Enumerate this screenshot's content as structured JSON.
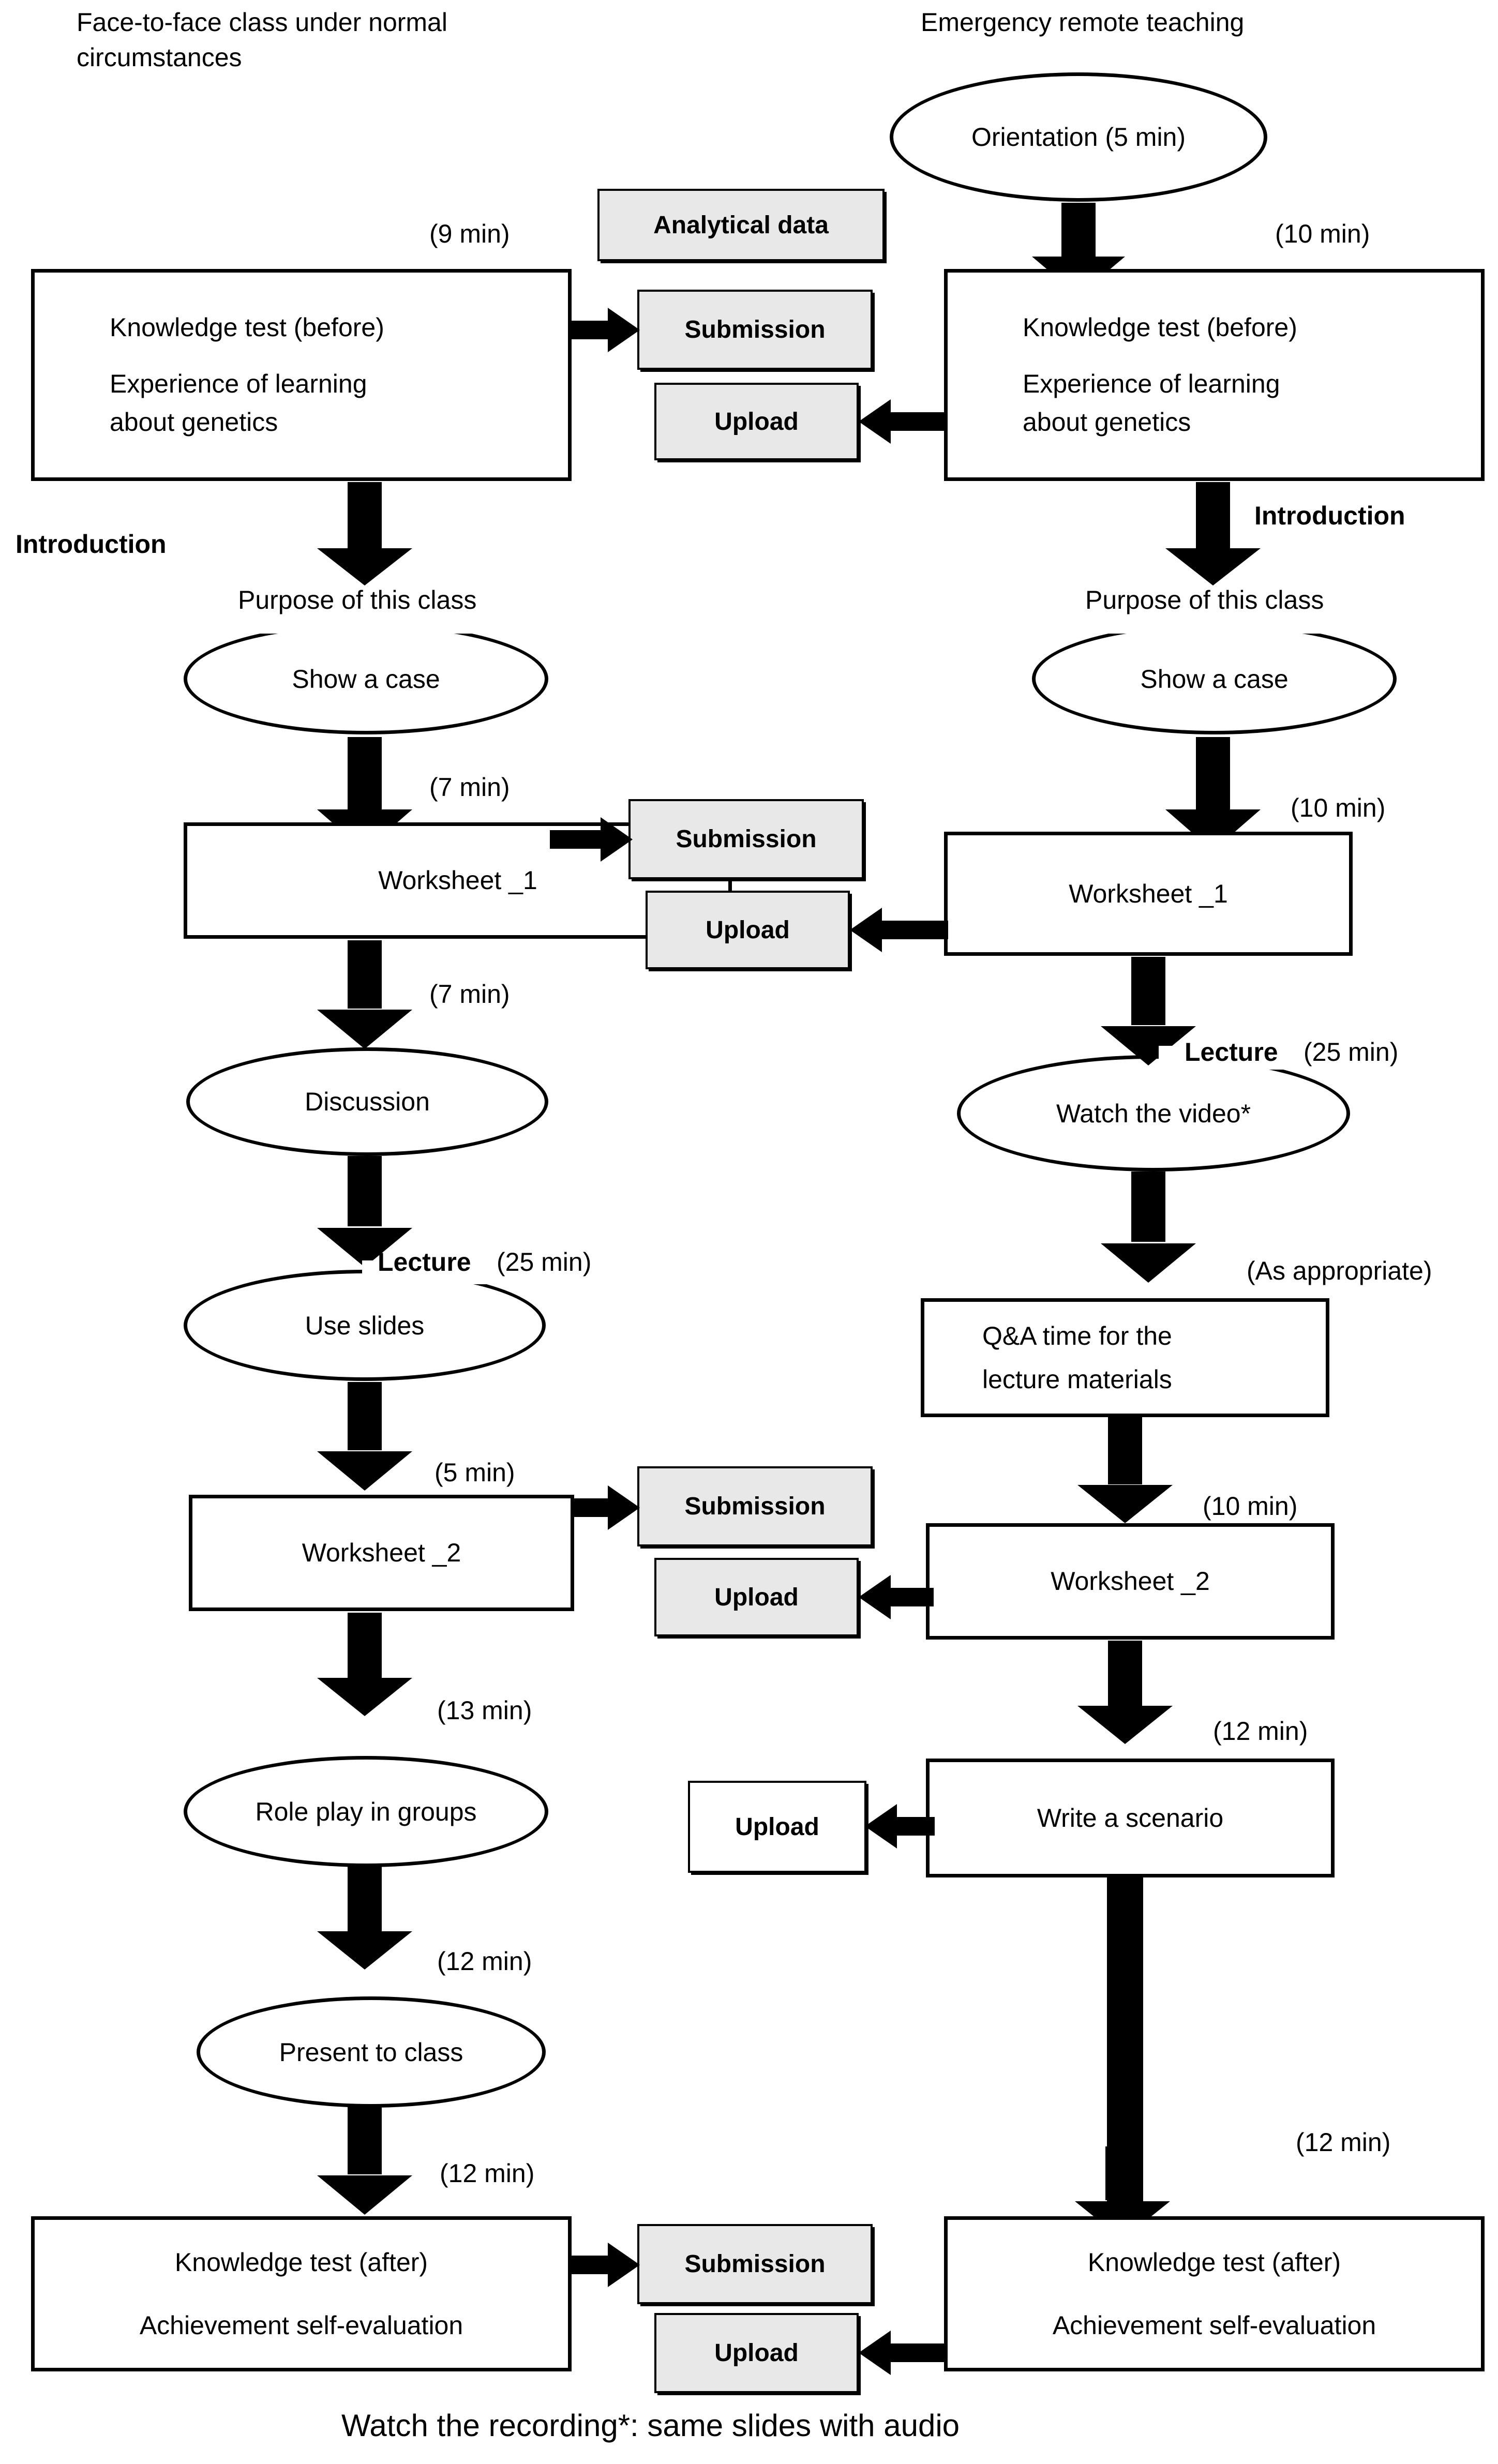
{
  "figure": {
    "columns": [
      {
        "id": "face-to-face",
        "heading": "Face-to-face class under normal\ncircumstances"
      },
      {
        "id": "emergency-remote",
        "heading": "Emergency remote teaching"
      }
    ],
    "footnote": "Watch the recording*: same slides with audio",
    "phase_labels": {
      "introduction_left": "Introduction",
      "introduction_right": "Introduction"
    },
    "shared_boxes": {
      "analytical_data": "Analytical data",
      "submission": "Submission",
      "upload": "Upload"
    },
    "left_column": {
      "nodes": [
        {
          "id": "knowledge-test-before",
          "type": "process",
          "lines": [
            "Knowledge test (before)",
            "Experience of learning",
            "about genetics"
          ],
          "duration": "(9 min)"
        },
        {
          "id": "purpose-show-case",
          "type": "ellipse",
          "overlabel": "Purpose of this class",
          "text": "Show a case",
          "duration": ""
        },
        {
          "id": "worksheet-1",
          "type": "process",
          "lines": [
            "Worksheet _1"
          ],
          "duration": "(7 min)"
        },
        {
          "id": "discussion",
          "type": "ellipse",
          "overlabel": "",
          "text": "Discussion",
          "duration": "(7 min)"
        },
        {
          "id": "use-slides",
          "type": "ellipse",
          "overlabel": "Lecture",
          "text": "Use slides",
          "duration": "(25 min)"
        },
        {
          "id": "worksheet-2",
          "type": "process",
          "lines": [
            "Worksheet _2"
          ],
          "duration": "(5 min)"
        },
        {
          "id": "role-play",
          "type": "ellipse",
          "overlabel": "",
          "text": "Role play in groups",
          "duration": "(13 min)"
        },
        {
          "id": "present-to-class",
          "type": "ellipse",
          "overlabel": "",
          "text": "Present to class",
          "duration": "(12 min)"
        },
        {
          "id": "knowledge-test-after",
          "type": "process",
          "lines": [
            "Knowledge test (after)",
            "Achievement self-evaluation"
          ],
          "duration": "(12 min)"
        }
      ]
    },
    "right_column": {
      "nodes": [
        {
          "id": "orientation",
          "type": "ellipse",
          "overlabel": "",
          "text": "Orientation     (5 min)",
          "duration": ""
        },
        {
          "id": "knowledge-test-before",
          "type": "process",
          "lines": [
            "Knowledge test (before)",
            "Experience of learning",
            "about genetics"
          ],
          "duration": "(10 min)"
        },
        {
          "id": "purpose-show-case",
          "type": "ellipse",
          "overlabel": "Purpose of this class",
          "text": "Show a case",
          "duration": ""
        },
        {
          "id": "worksheet-1",
          "type": "process",
          "lines": [
            "Worksheet _1"
          ],
          "duration": "(10 min)"
        },
        {
          "id": "watch-the-video",
          "type": "ellipse",
          "overlabel": "Lecture",
          "text": "Watch the video*",
          "duration": "(25 min)"
        },
        {
          "id": "qa-time",
          "type": "process",
          "lines": [
            "Q&A time for the",
            "lecture materials"
          ],
          "duration": "(As appropriate)"
        },
        {
          "id": "worksheet-2",
          "type": "process",
          "lines": [
            "Worksheet _2"
          ],
          "duration": "(10 min)"
        },
        {
          "id": "write-a-scenario",
          "type": "process",
          "lines": [
            "Write a scenario"
          ],
          "duration": "(12 min)"
        },
        {
          "id": "knowledge-test-after",
          "type": "process",
          "lines": [
            "Knowledge test (after)",
            "Achievement self-evaluation"
          ],
          "duration": "(12 min)"
        }
      ]
    }
  },
  "colors": {
    "ink": "#000000",
    "paper": "#ffffff",
    "grey_fill": "#e8e8e8"
  }
}
